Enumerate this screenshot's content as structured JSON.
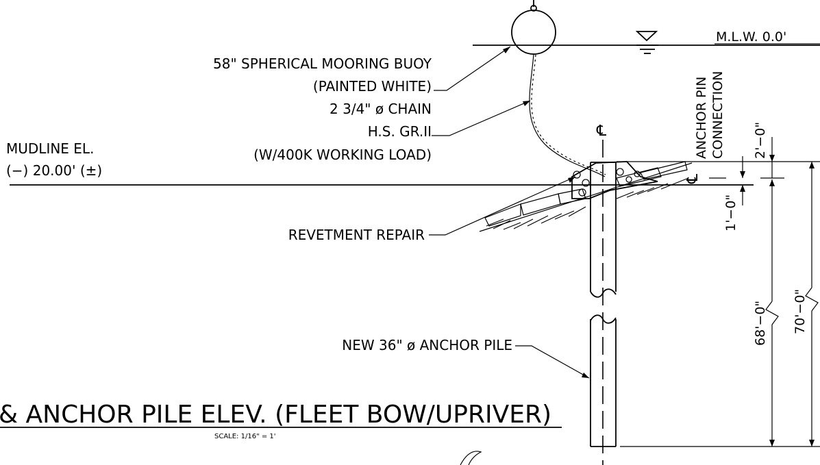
{
  "labels": {
    "water_level": "M.L.W. 0.0'",
    "buoy_line1": "58\" SPHERICAL MOORING BUOY",
    "buoy_line2": "(PAINTED WHITE)",
    "chain_line1": "2 3/4\" ø CHAIN",
    "chain_line2": "H.S. GR.II",
    "chain_line3": "(W/400K WORKING LOAD)",
    "mudline_line1": "MUDLINE EL.",
    "mudline_line2": "(−) 20.00' (±)",
    "anchor_pin_line1": "ANCHOR PIN",
    "anchor_pin_line2": "CONNECTION",
    "centerline_symbol": "℄",
    "revetment": "REVETMENT REPAIR",
    "anchor_pile": "NEW 36\" ø ANCHOR PILE",
    "dim_2ft": "2'−0\"",
    "dim_1ft": "1'−0\"",
    "dim_68ft": "68'−0\"",
    "dim_70ft": "70'−0\"",
    "title": "& ANCHOR PILE ELEV. (FLEET BOW/UPRIVER)",
    "scale": "SCALE: 1/16\" = 1'"
  }
}
